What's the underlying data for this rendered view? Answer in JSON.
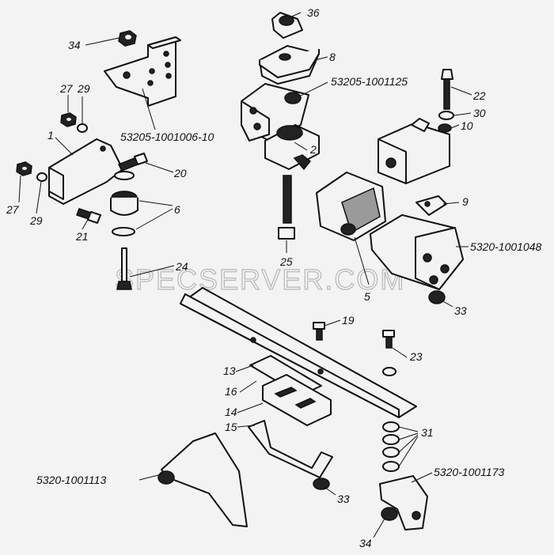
{
  "watermark": "SPECSERVER.COM",
  "callouts": {
    "c1": "1",
    "c2": "2",
    "c5": "5",
    "c6": "6",
    "c8": "8",
    "c9": "9",
    "c10": "10",
    "c13": "13",
    "c14": "14",
    "c15": "15",
    "c16": "16",
    "c19": "19",
    "c20": "20",
    "c21": "21",
    "c22": "22",
    "c23": "23",
    "c24": "24",
    "c25": "25",
    "c27a": "27",
    "c27b": "27",
    "c29a": "29",
    "c29b": "29",
    "c30": "30",
    "c31": "31",
    "c33a": "33",
    "c33b": "33",
    "c34a": "34",
    "c34b": "34",
    "c36": "36",
    "p1001006": "53205-1001006-10",
    "p1001125": "53205-1001125",
    "p1001048": "5320-1001048",
    "p1001113": "5320-1001113",
    "p1001173": "5320-1001173"
  }
}
